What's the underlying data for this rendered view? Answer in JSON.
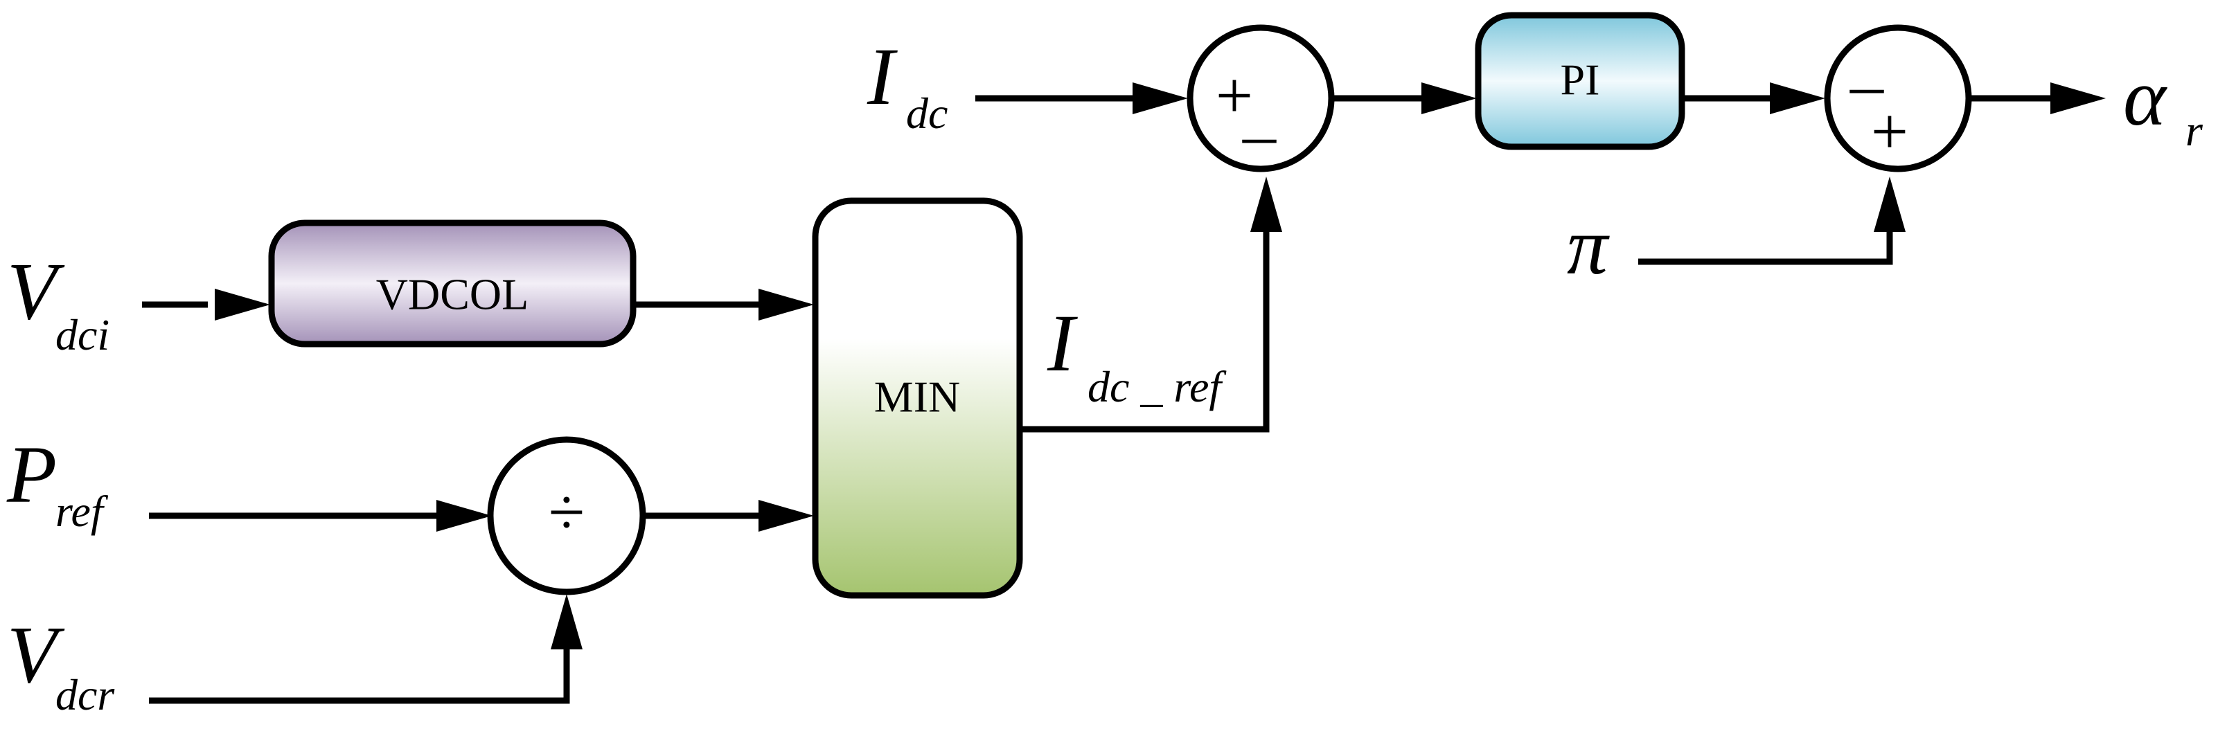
{
  "colors": {
    "vdcol_block": "#a492b8",
    "pi_block": "#7fc7dc",
    "min_block_bottom": "#a5c46f",
    "line": "#000000"
  },
  "inputs": {
    "vdci": {
      "main": "V",
      "sub": "dci"
    },
    "pref": {
      "main": "P",
      "sub": "ref"
    },
    "vdcr": {
      "main": "V",
      "sub": "dcr"
    },
    "idc": {
      "main": "I",
      "sub": "dc"
    },
    "pi_const": {
      "main": "π"
    }
  },
  "signals": {
    "idc_ref": {
      "main": "I",
      "sub": "dc _ ref"
    }
  },
  "output": {
    "main": "α",
    "sub": "r"
  },
  "blocks": {
    "vdcol": "VDCOL",
    "min": "MIN",
    "pi": "PI",
    "divide": "÷"
  },
  "summers": {
    "sum1": {
      "top_sign": "+",
      "bottom_sign": "_"
    },
    "sum2": {
      "top_sign": "_",
      "bottom_sign": "+"
    }
  }
}
